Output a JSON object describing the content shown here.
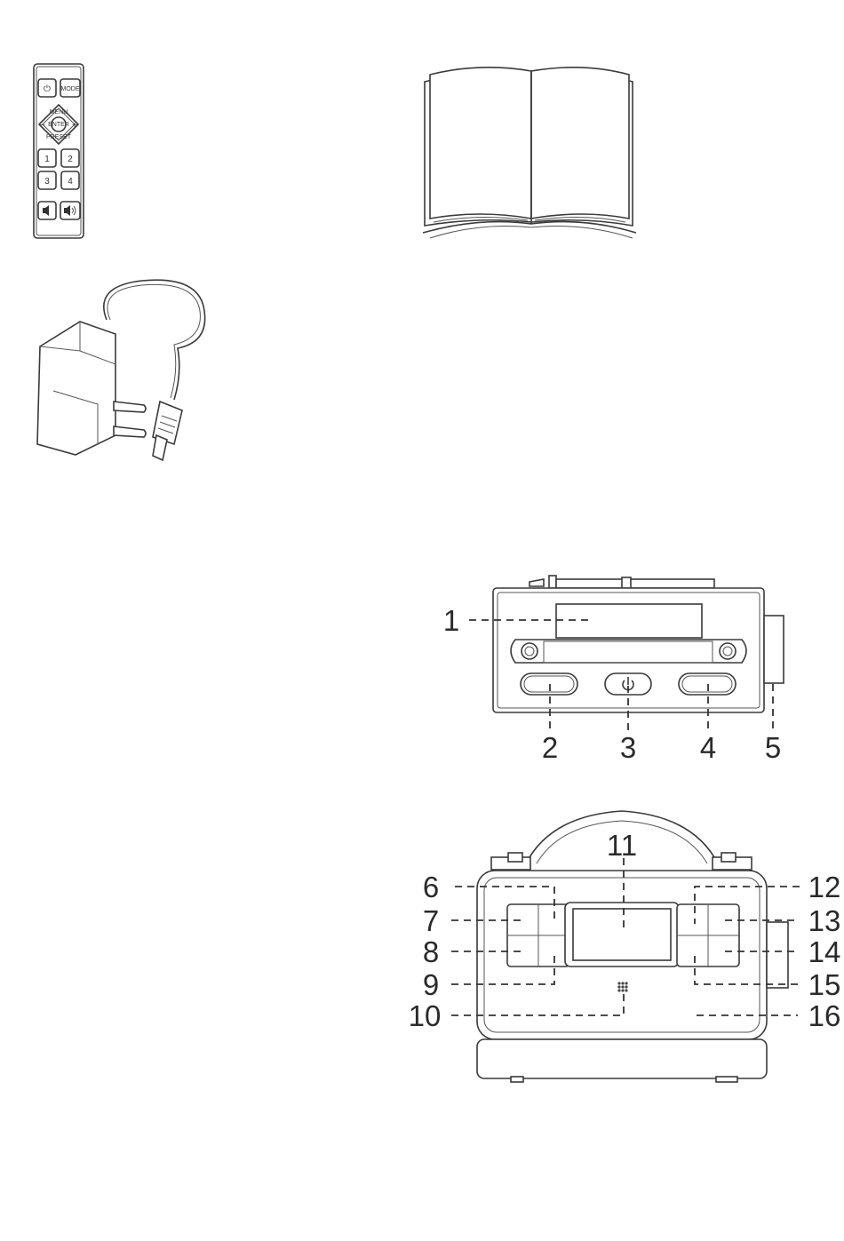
{
  "remote": {
    "power_glyph": "⏻",
    "mode_label": "MODE",
    "menu_label": "MENU",
    "enter_label": "ENTER",
    "preset_label": "PRESET",
    "minus_label": "−",
    "plus_label": "+",
    "num_buttons": [
      "1",
      "2",
      "3",
      "4"
    ]
  },
  "top_view": {
    "callouts": [
      "1",
      "2",
      "3",
      "4",
      "5"
    ]
  },
  "front_view": {
    "callouts": [
      "6",
      "7",
      "8",
      "9",
      "10",
      "11",
      "12",
      "13",
      "14",
      "15",
      "16"
    ]
  },
  "icons": [
    "remote-control-icon",
    "instruction-manual-icon",
    "power-adapter-icon",
    "power-icon",
    "volume-down-icon",
    "volume-up-icon",
    "speaker-grille-icon"
  ]
}
